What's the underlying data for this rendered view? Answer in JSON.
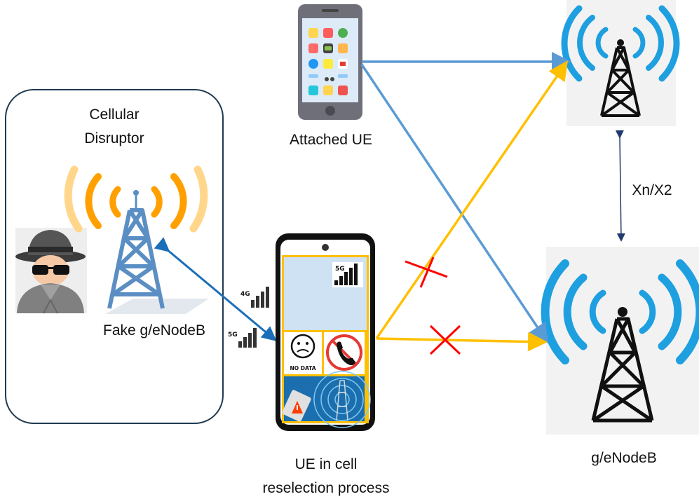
{
  "labels": {
    "disruptor_line1": "Cellular",
    "disruptor_line2": "Disruptor",
    "fake_node": "Fake g/eNodeB",
    "attached_ue": "Attached UE",
    "ue_reselect_line1": "UE in cell",
    "ue_reselect_line2": "reselection process",
    "interface": "Xn/X2",
    "gnodeb": "g/eNodeB"
  },
  "badges": {
    "signal_4g": "4G",
    "signal_5g": "5G",
    "screen_5g": "5G",
    "no_data": "NO DATA"
  },
  "colors": {
    "link_blue": "#5b9bd5",
    "link_yellow": "#ffc000",
    "block_red": "#ff0000",
    "arrow_dark_blue": "#1a6fb8",
    "tower_blue": "#1e9fe0",
    "fake_tower": "#5b8fc4",
    "wave_orange": "#ffa000",
    "box_border": "#1f3a50"
  }
}
